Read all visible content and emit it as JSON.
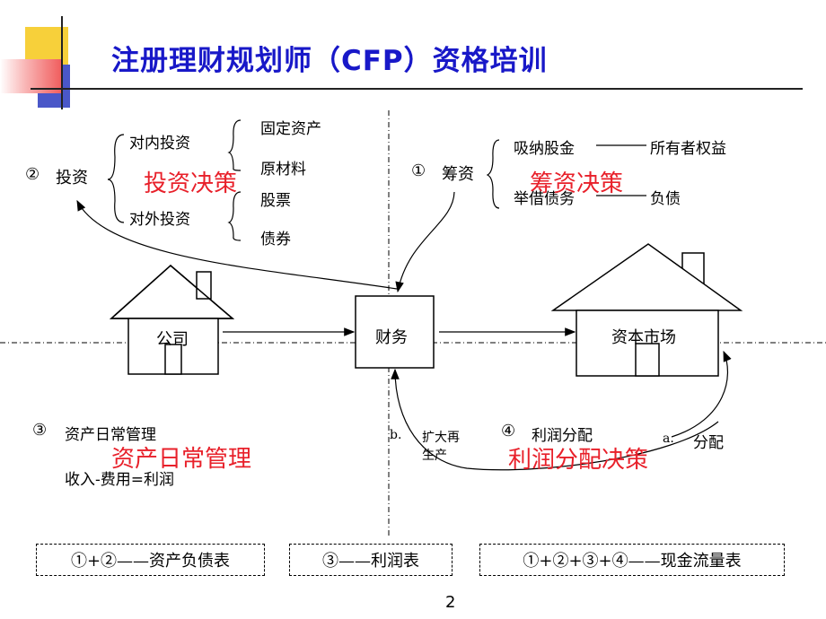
{
  "title": "注册理财规划师（CFP）资格培训",
  "invest": {
    "num": "②",
    "label": "投资",
    "internal": "对内投资",
    "external": "对外投资",
    "fixed_assets": "固定资产",
    "materials": "原材料",
    "stocks": "股票",
    "bonds": "债券",
    "decision": "投资决策"
  },
  "financing": {
    "num": "①",
    "label": "筹资",
    "equity": "吸纳股金",
    "equity_to": "所有者权益",
    "debt": "举借债务",
    "debt_to": "负债",
    "decision": "筹资决策"
  },
  "nodes": {
    "company": "公司",
    "finance": "财务",
    "capital_market": "资本市场"
  },
  "daily": {
    "num": "③",
    "label": "资产日常管理",
    "decision": "资产日常管理",
    "formula": "收入-费用=利润"
  },
  "profit": {
    "num": "④",
    "label": "利润分配",
    "decision": "利润分配决策",
    "b_label": "b.",
    "b_text_1": "扩大再",
    "b_text_2": "生产",
    "a_label": "a.",
    "a_text": "分配"
  },
  "legend": [
    "①+②——资产负债表",
    "③——利润表",
    "①+②+③+④——现金流量表"
  ],
  "page_number": "2",
  "colors": {
    "title": "#1818c8",
    "decision_text": "#e8202a",
    "deco_yellow": "#f7d03a",
    "deco_blue": "#4a57c8",
    "deco_red": "#f05a5a"
  }
}
